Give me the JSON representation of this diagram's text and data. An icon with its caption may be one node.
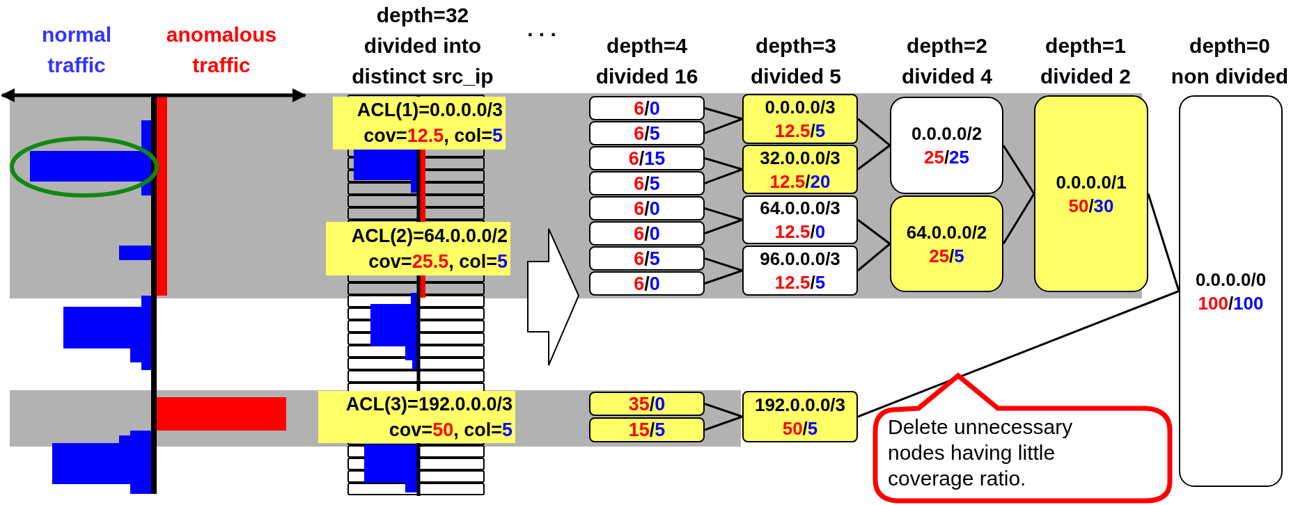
{
  "diagram": {
    "nodes": [
      {
        "text": [
          "ACL(1)=0.0.0.0/3",
          "cov=12.5, col=5"
        ]
      },
      {
        "text": [
          "ACL(2)=64.0.0.0/2",
          "cov=25.5, col=5"
        ]
      },
      {
        "text": [
          "ACL(3)=192.0.0.0/3",
          "cov=50, col=5"
        ]
      },
      {
        "text": [
          "6/0"
        ]
      },
      {
        "text": [
          "6/5"
        ]
      },
      {
        "text": [
          "6/15"
        ]
      },
      {
        "text": [
          "6/5"
        ]
      },
      {
        "text": [
          "6/0"
        ]
      },
      {
        "text": [
          "6/0"
        ]
      },
      {
        "text": [
          "6/5"
        ]
      },
      {
        "text": [
          "6/0"
        ]
      },
      {
        "text": [
          "0.0.0.0/3",
          "12.5/5"
        ]
      },
      {
        "text": [
          "32.0.0.0/3",
          "12.5/20"
        ]
      },
      {
        "text": [
          "64.0.0.0/3",
          "12.5/0"
        ]
      },
      {
        "text": [
          "96.0.0.0/3",
          "12.5/5"
        ]
      },
      {
        "text": [
          "0.0.0.0/2",
          "25/25"
        ]
      },
      {
        "text": [
          "64.0.0.0/2",
          "25/5"
        ]
      },
      {
        "text": [
          "0.0.0.0/1",
          "50/30"
        ]
      },
      {
        "text": [
          "0.0.0.0/0",
          "100/100"
        ]
      },
      {
        "text": [
          "35/0"
        ]
      },
      {
        "text": [
          "15/5"
        ]
      },
      {
        "text": [
          "192.0.0.0/3",
          "50/5"
        ]
      },
      {
        "text": [
          "Delete unnecessary nodes having little coverage ratio."
        ]
      }
    ],
    "edges": [
      {
        "from": 1,
        "to": 10,
        "arrow": "to",
        "style": "thick"
      },
      {
        "from": 3,
        "to": 11,
        "arrow": "none"
      },
      {
        "from": 4,
        "to": 11,
        "arrow": "none"
      },
      {
        "from": 5,
        "to": 12,
        "arrow": "none"
      },
      {
        "from": 6,
        "to": 12,
        "arrow": "none"
      },
      {
        "from": 7,
        "to": 13,
        "arrow": "none"
      },
      {
        "from": 8,
        "to": 13,
        "arrow": "none"
      },
      {
        "from": 9,
        "to": 14,
        "arrow": "none"
      },
      {
        "from": 10,
        "to": 14,
        "arrow": "none"
      },
      {
        "from": 11,
        "to": 15,
        "arrow": "none"
      },
      {
        "from": 12,
        "to": 15,
        "arrow": "none"
      },
      {
        "from": 13,
        "to": 16,
        "arrow": "none"
      },
      {
        "from": 14,
        "to": 16,
        "arrow": "none"
      },
      {
        "from": 15,
        "to": 17,
        "arrow": "none"
      },
      {
        "from": 16,
        "to": 17,
        "arrow": "none"
      },
      {
        "from": 17,
        "to": 18,
        "arrow": "none"
      },
      {
        "from": 19,
        "to": 21,
        "arrow": "none"
      },
      {
        "from": 20,
        "to": 21,
        "arrow": "none"
      },
      {
        "from": 21,
        "to": 18,
        "arrow": "none"
      }
    ],
    "labels": [
      "normal traffic",
      "anomalous traffic",
      "depth=32 divided into distinct src_ip",
      ". . .",
      "depth=4 divided 16",
      "depth=3 divided 5",
      "depth=2 divided 4",
      "depth=1 divided 2",
      "depth=0 non divided"
    ]
  }
}
